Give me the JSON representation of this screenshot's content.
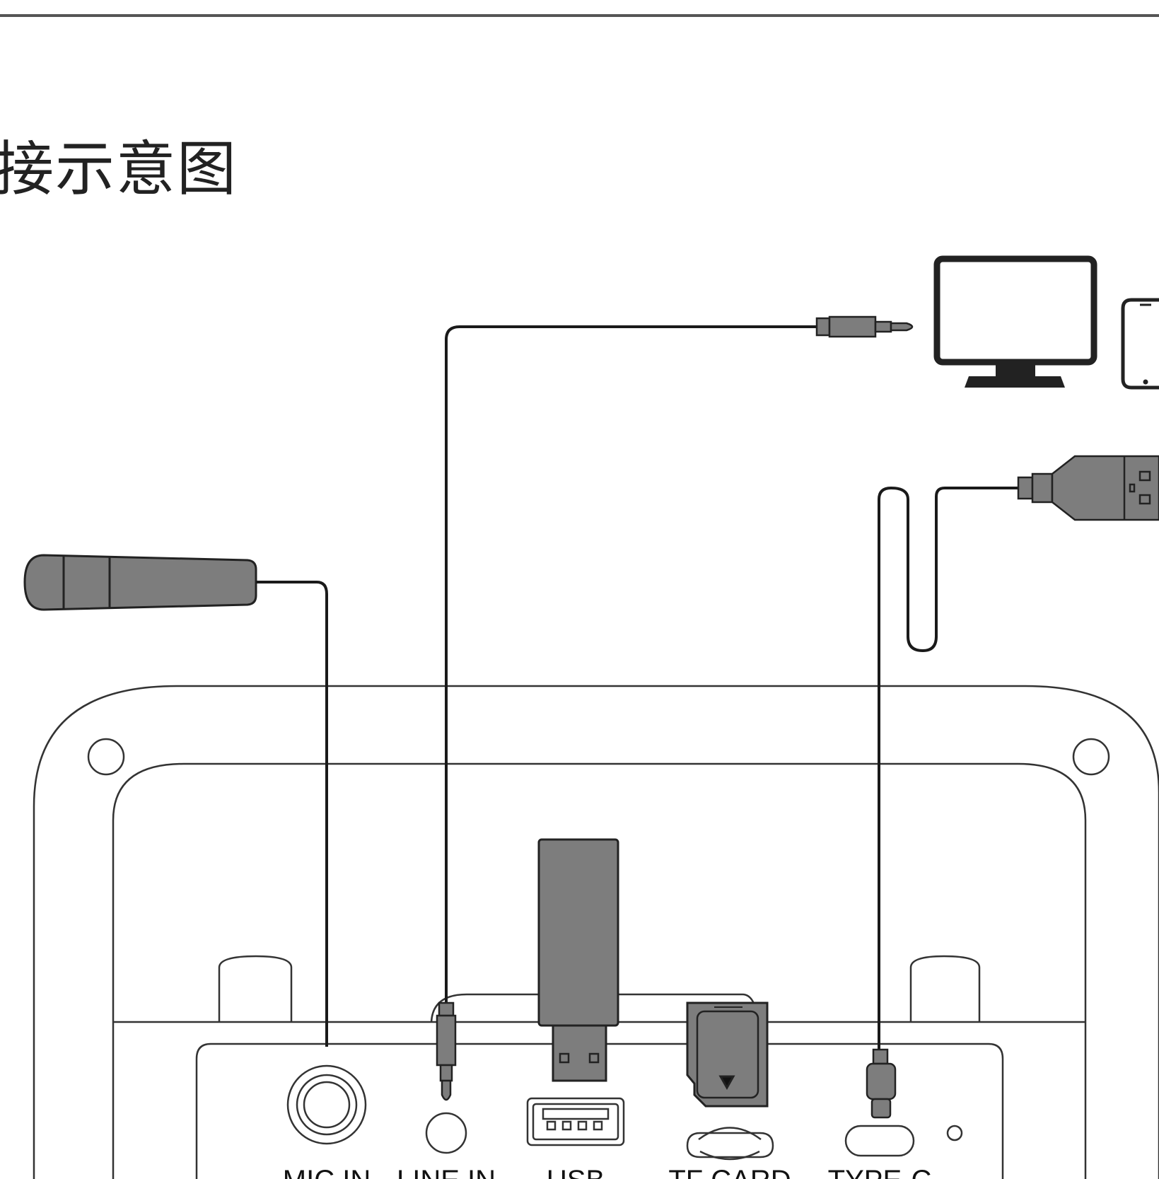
{
  "title": "接示意图",
  "ports": {
    "mic_in": "MIC IN",
    "line_in": "LINE IN",
    "usb": "USB",
    "tf_card": "TF CARD",
    "type_c": "TYPE-C"
  },
  "colors": {
    "line": "#1a1a1a",
    "device_fill": "#7d7d7d",
    "outline": "#3a3a3a",
    "background": "#ffffff"
  },
  "icons": [
    "microphone-icon",
    "aux-plug-icon",
    "monitor-icon",
    "phone-icon",
    "usb-cable-icon",
    "usb-drive-icon",
    "tf-card-icon",
    "usb-c-plug-icon"
  ]
}
